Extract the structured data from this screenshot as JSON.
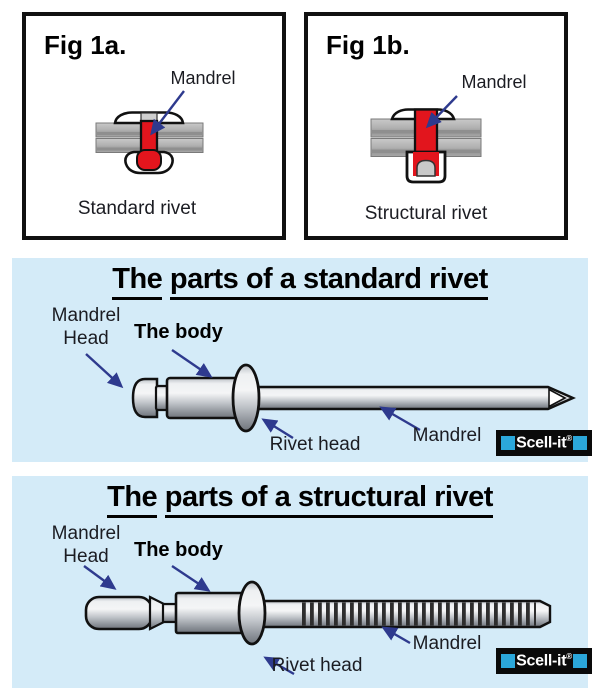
{
  "figures": {
    "fig_1a": {
      "title": "Fig 1a.",
      "callout": "Mandrel",
      "caption": "Standard rivet"
    },
    "fig_1b": {
      "title": "Fig 1b.",
      "callout": "Mandrel",
      "caption": "Structural rivet"
    }
  },
  "standard_panel": {
    "title_lead": "The",
    "title_rest": "parts of a standard rivet",
    "labels": {
      "mandrel_head": "Mandrel Head",
      "body": "The body",
      "rivet_head": "Rivet head",
      "mandrel": "Mandrel"
    },
    "logo": {
      "text": "Scell-it",
      "reg": "®"
    }
  },
  "structural_panel": {
    "title_lead": "The",
    "title_rest": "parts of a structural rivet",
    "labels": {
      "mandrel_head": "Mandrel Head",
      "body": "The body",
      "rivet_head": "Rivet head",
      "mandrel": "Mandrel"
    },
    "logo": {
      "text": "Scell-it",
      "reg": "®"
    }
  },
  "colors": {
    "panel_bg": "#d4ebf8",
    "arrow_blue": "#2e3a8e",
    "rivet_red": "#e2151d",
    "logo_cyan": "#2ba7da",
    "metal_light": "#f2f3f5",
    "metal_dark": "#797f88",
    "plate_gray": "#b4b4b4",
    "outline": "#111111"
  }
}
